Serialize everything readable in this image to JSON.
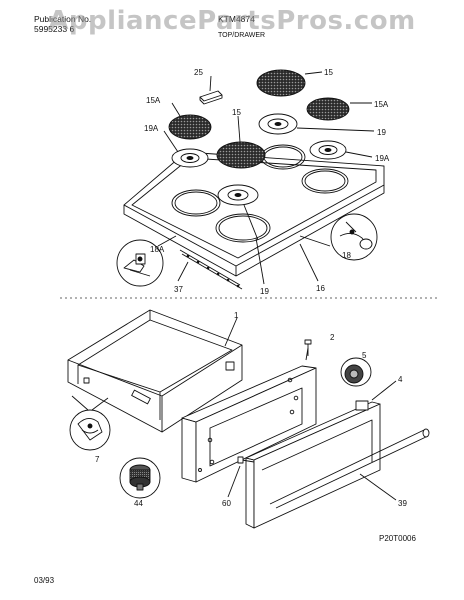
{
  "header": {
    "publication_label": "Publication No.",
    "publication_number": "5995233 6",
    "model": "KTM4874",
    "section": "TOP/DRAWER"
  },
  "watermark": "AppliancePartsPros.com",
  "callouts": {
    "c1": "1",
    "c2": "2",
    "c4": "4",
    "c5": "5",
    "c7": "7",
    "c15a": "15",
    "c15b": "15",
    "c15A_left": "15A",
    "c15A_right": "15A",
    "c16": "16",
    "c18": "18",
    "c18A": "18A",
    "c19a": "19",
    "c19b": "19",
    "c19A_left": "19A",
    "c19A_right": "19A",
    "c25": "25",
    "c37": "37",
    "c39": "39",
    "c44": "44",
    "c60": "60"
  },
  "footer": {
    "drawing_code": "P20T0006",
    "date": "03/93"
  }
}
